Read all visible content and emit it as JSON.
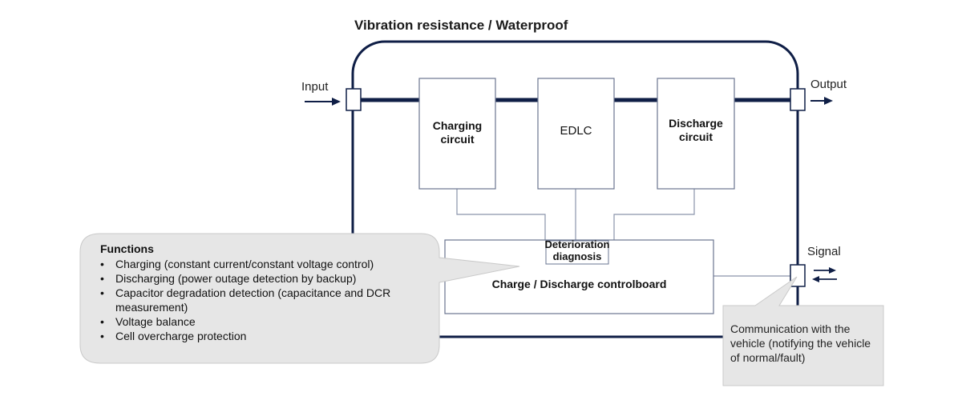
{
  "title": "Vibration resistance / Waterproof",
  "io": {
    "input": "Input",
    "output": "Output",
    "signal": "Signal"
  },
  "blocks": {
    "charging": [
      "Charging",
      "circuit"
    ],
    "edlc": "EDLC",
    "discharge": [
      "Discharge",
      "circuit"
    ],
    "deterioration": [
      "Deterioration",
      "diagnosis"
    ],
    "control_board": "Charge / Discharge controlboard"
  },
  "functions": {
    "heading": "Functions",
    "items": [
      "Charging (constant current/constant voltage control)",
      "Discharging (power outage detection by backup)",
      "Capacitor degradation detection (capacitance  and DCR measurement)",
      "Voltage balance",
      "Cell overcharge protection"
    ]
  },
  "communication": "Communication with the vehicle (notifying the vehicle of normal/fault)",
  "colors": {
    "frame": "#0f1e46",
    "callout": "#e6e6e6",
    "callout_border": "#c9c9c9",
    "thin_line": "#8a94ab"
  }
}
